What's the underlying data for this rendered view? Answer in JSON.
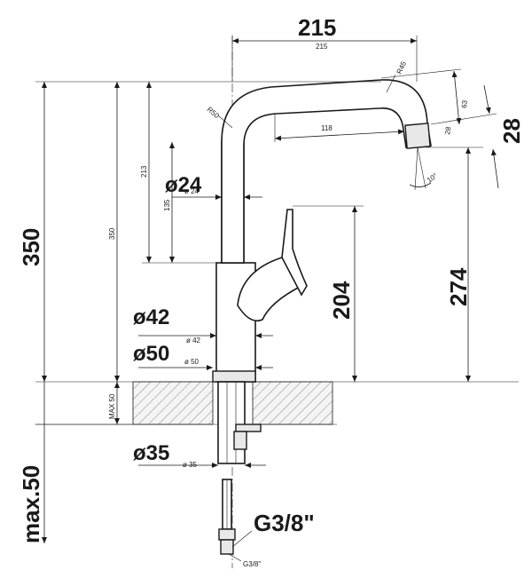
{
  "dimensions": {
    "overall_width": "215",
    "overall_width_small": "215",
    "overall_height": "350",
    "overall_height_small": "350",
    "spout_clearance": "274",
    "lever_height": "204",
    "top_inner_height": "213",
    "diameter_24": "ø24",
    "diameter_24_small": "ø 24",
    "diameter_42": "ø42",
    "diameter_42_small": "ø 42",
    "diameter_50": "ø50",
    "diameter_50_small": "ø 50",
    "diameter_35": "ø35",
    "diameter_35_small": "ø 35",
    "outlet_height": "28",
    "outlet_height_small": "28",
    "spout_reach": "118",
    "spout_drop": "63",
    "bend_radius_1": "R50",
    "bend_radius_2": "R45",
    "outlet_angle": "10°",
    "neck_height": "135",
    "deck_thickness_max": "max.50",
    "deck_thickness_small": "MAX 50",
    "connection": "G3/8\"",
    "connection_small": "G3/8\""
  }
}
